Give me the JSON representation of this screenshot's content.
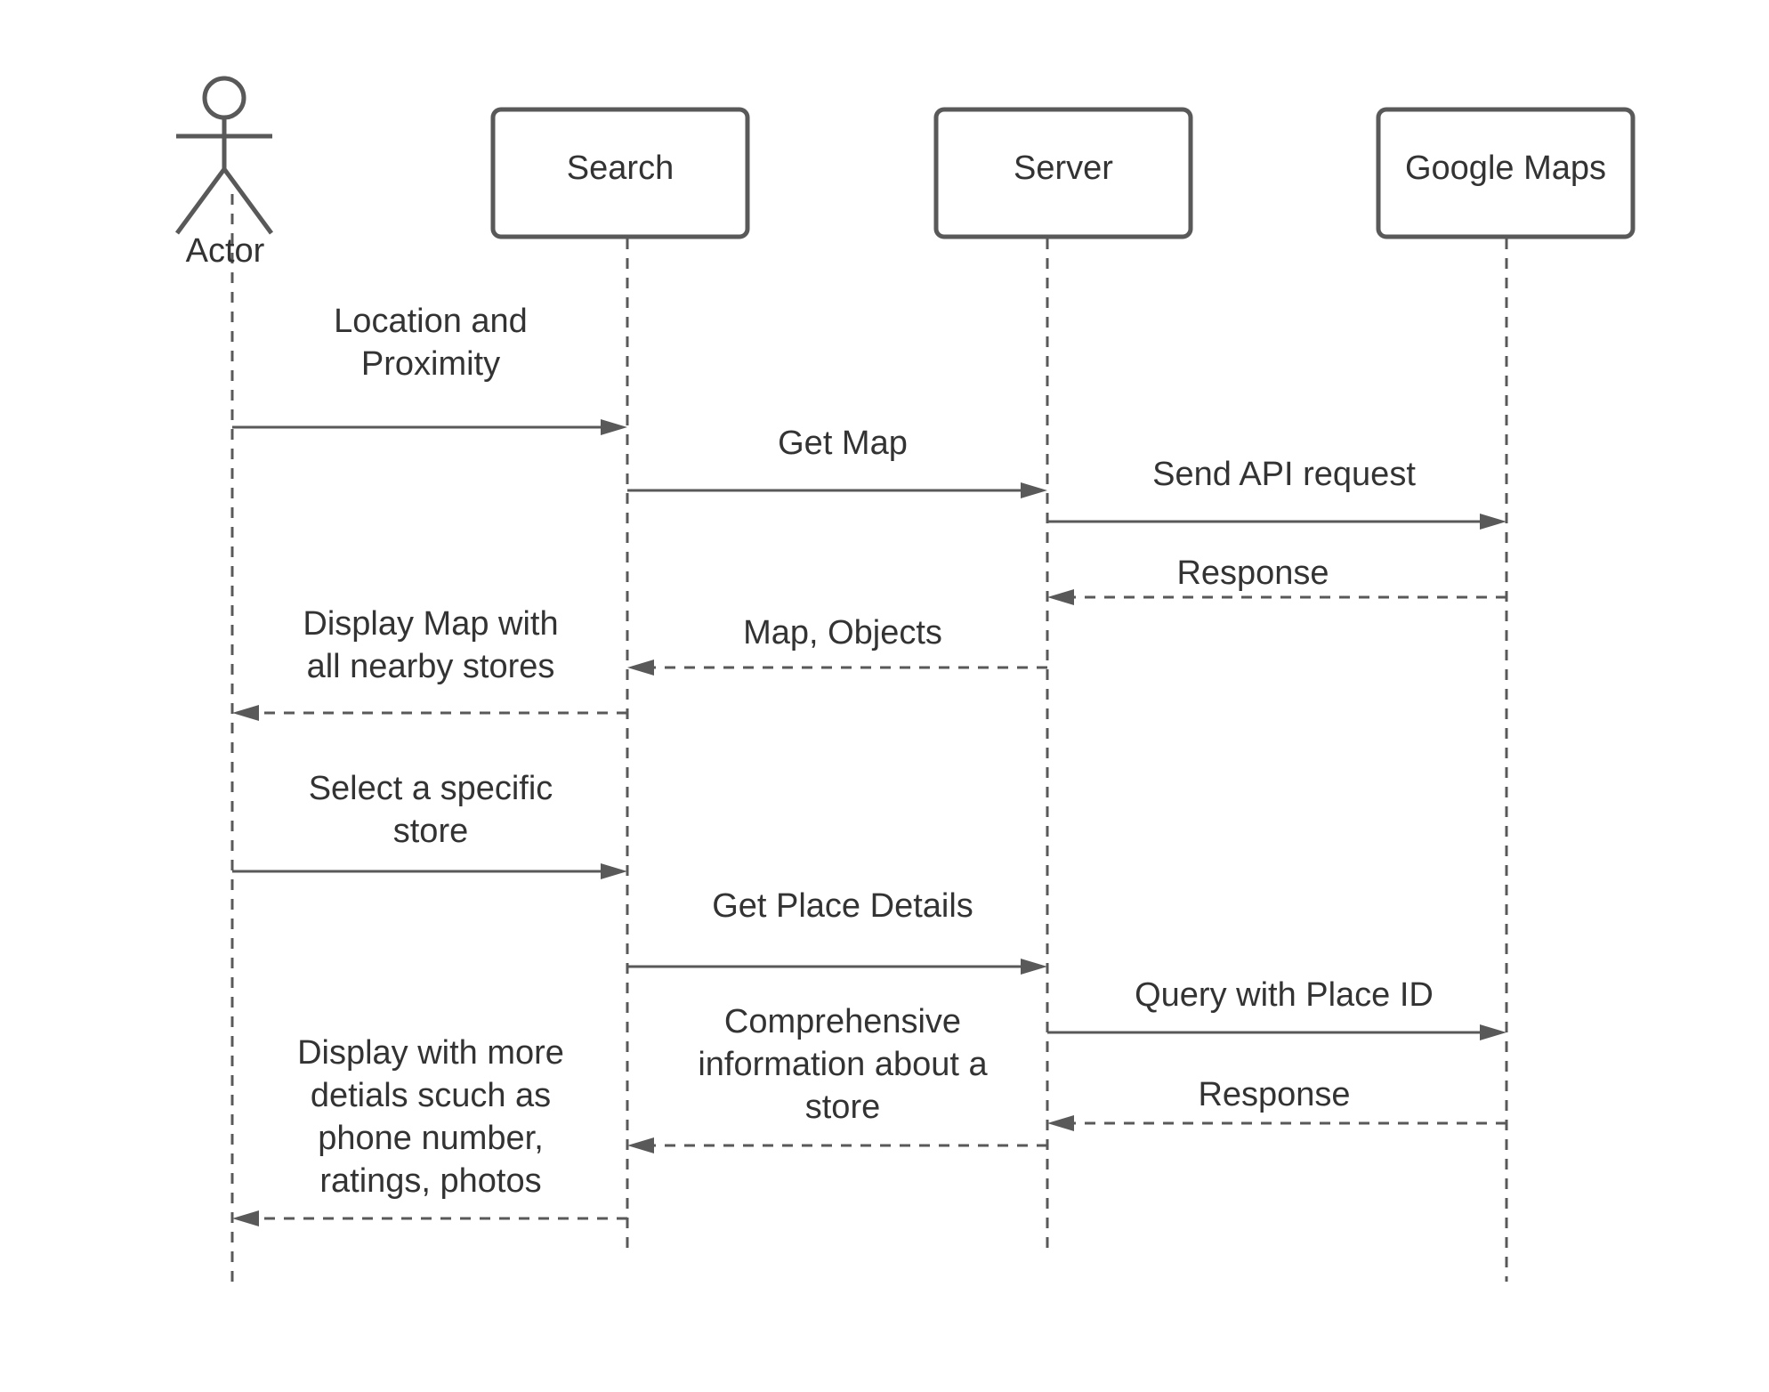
{
  "participants": {
    "actor": "Actor",
    "search": "Search",
    "server": "Server",
    "google_maps": "Google Maps"
  },
  "messages": [
    {
      "from": "actor",
      "to": "search",
      "style": "solid",
      "lines": [
        "Location and",
        "Proximity"
      ]
    },
    {
      "from": "search",
      "to": "server",
      "style": "solid",
      "lines": [
        "Get Map"
      ]
    },
    {
      "from": "server",
      "to": "google_maps",
      "style": "solid",
      "lines": [
        "Send API request"
      ]
    },
    {
      "from": "google_maps",
      "to": "server",
      "style": "dashed",
      "lines": [
        "Response"
      ]
    },
    {
      "from": "server",
      "to": "search",
      "style": "dashed",
      "lines": [
        "Map, Objects"
      ]
    },
    {
      "from": "search",
      "to": "actor",
      "style": "dashed",
      "lines": [
        "Display Map with",
        "all nearby stores"
      ]
    },
    {
      "from": "actor",
      "to": "search",
      "style": "solid",
      "lines": [
        "Select a specific",
        "store"
      ]
    },
    {
      "from": "search",
      "to": "server",
      "style": "solid",
      "lines": [
        "Get Place Details"
      ]
    },
    {
      "from": "server",
      "to": "google_maps",
      "style": "solid",
      "lines": [
        "Query with Place ID"
      ]
    },
    {
      "from": "google_maps",
      "to": "server",
      "style": "dashed",
      "lines": [
        "Response"
      ]
    },
    {
      "from": "server",
      "to": "search",
      "style": "dashed",
      "lines": [
        "Comprehensive",
        "information about a",
        "store"
      ]
    },
    {
      "from": "search",
      "to": "actor",
      "style": "dashed",
      "lines": [
        "Display with more",
        "detials scuch as",
        "phone number,",
        "ratings, photos"
      ]
    }
  ],
  "colors": {
    "line": "#595959",
    "text": "#333333",
    "background": "#ffffff"
  }
}
